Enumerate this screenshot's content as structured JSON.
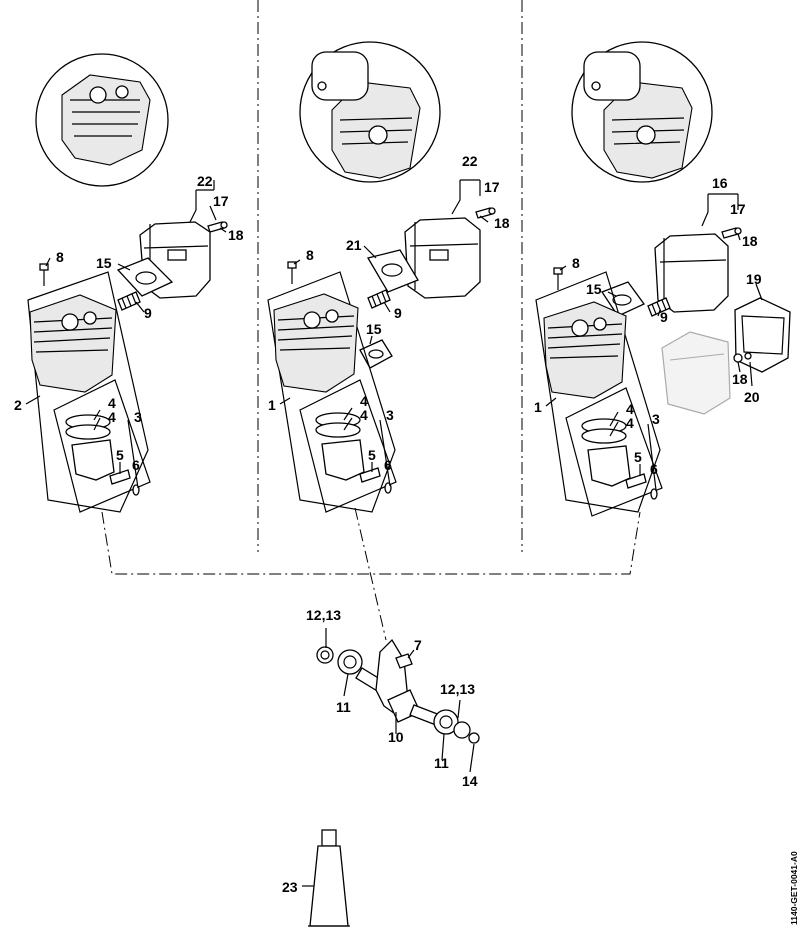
{
  "document_code": "1140-GET-0041-A0",
  "labels": {
    "l22a": "22",
    "l17a": "17",
    "l18a": "18",
    "l15a": "15",
    "l8a": "8",
    "l9a": "9",
    "l2": "2",
    "l4a1": "4",
    "l4a2": "4",
    "l3a": "3",
    "l5a": "5",
    "l6a": "6",
    "l22b": "22",
    "l17b": "17",
    "l18b": "18",
    "l21": "21",
    "l8b": "8",
    "l9b": "9",
    "l15b": "15",
    "l1b": "1",
    "l4b1": "4",
    "l4b2": "4",
    "l3b": "3",
    "l5b": "5",
    "l6b": "6",
    "l16": "16",
    "l17c": "17",
    "l18c": "18",
    "l8c": "8",
    "l15c": "15",
    "l9c": "9",
    "l19": "19",
    "l18d": "18",
    "l20": "20",
    "l1c": "1",
    "l4c1": "4",
    "l4c2": "4",
    "l3c": "3",
    "l5c": "5",
    "l6c": "6",
    "l1213a": "12,13",
    "l7": "7",
    "l11a": "11",
    "l10": "10",
    "l1213b": "12,13",
    "l11b": "11",
    "l14": "14",
    "l23": "23"
  }
}
